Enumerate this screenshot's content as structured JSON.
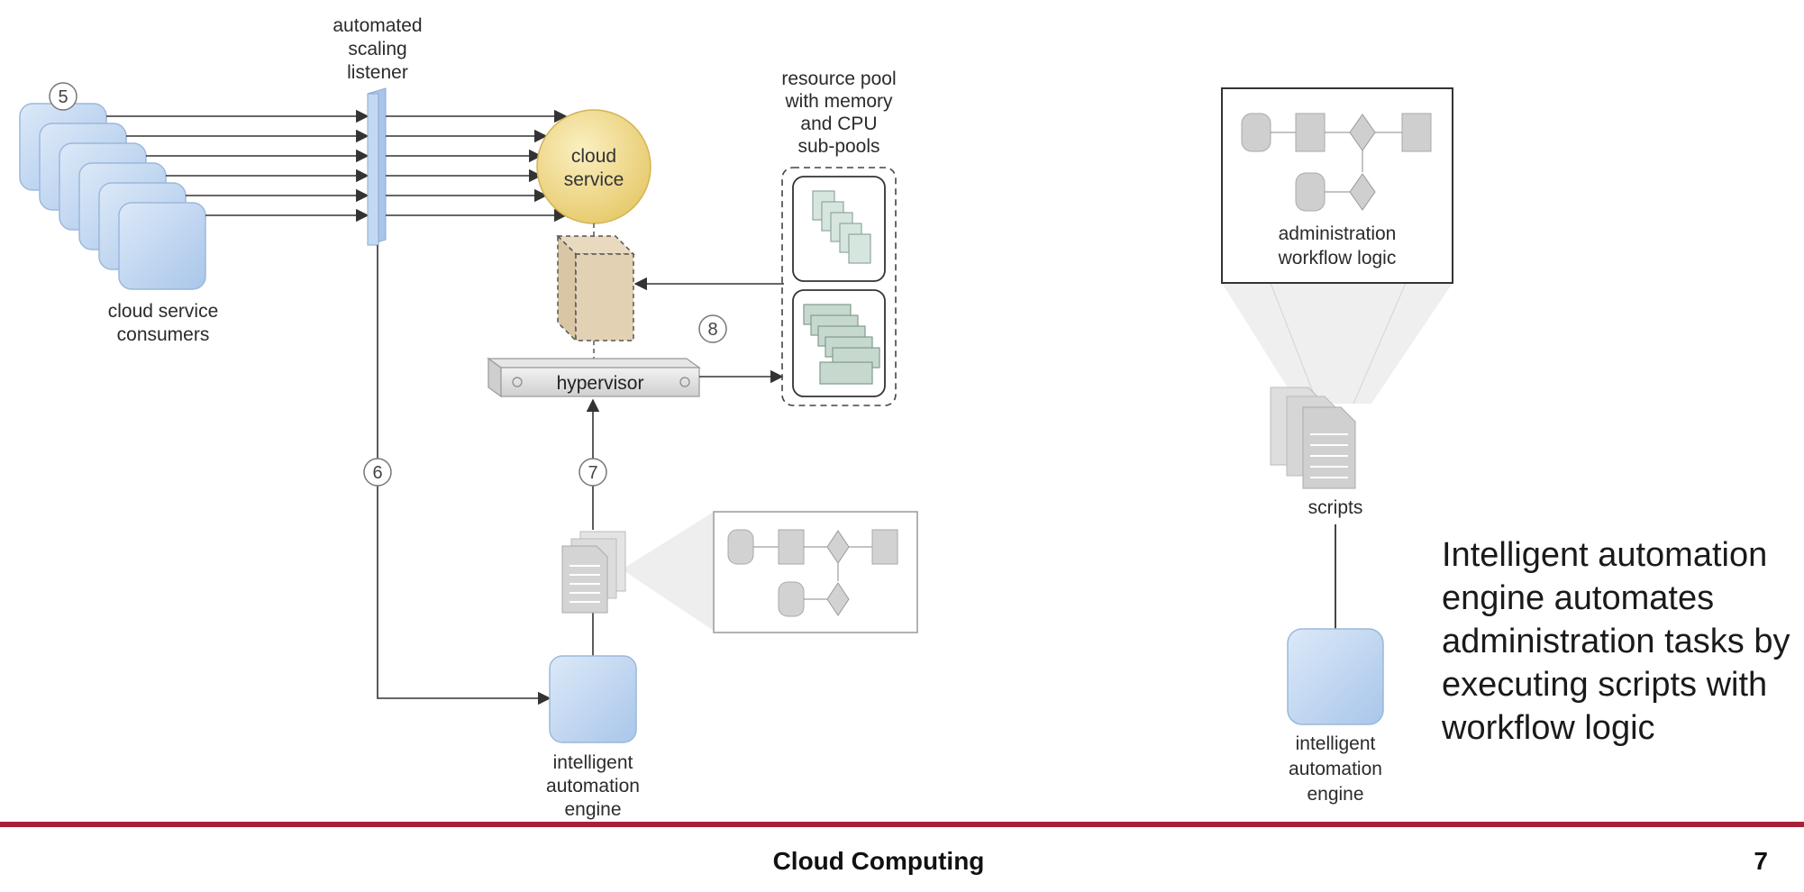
{
  "left_diagram": {
    "listener_label": [
      "automated",
      "scaling",
      "listener"
    ],
    "consumers_label": [
      "cloud service",
      "consumers"
    ],
    "service_label": [
      "cloud",
      "service"
    ],
    "pool_label": [
      "resource pool",
      "with memory",
      "and CPU",
      "sub-pools"
    ],
    "hypervisor_label": "hypervisor",
    "engine_label": [
      "intelligent",
      "automation",
      "engine"
    ],
    "step_numbers": [
      "5",
      "6",
      "7",
      "8"
    ]
  },
  "right_diagram": {
    "workflow_label": [
      "administration",
      "workflow logic"
    ],
    "scripts_label": "scripts",
    "engine_label": [
      "intelligent",
      "automation",
      "engine"
    ]
  },
  "caption": "Intelligent automation engine automates administration tasks by executing scripts with workflow logic",
  "footer": {
    "title": "Cloud Computing",
    "page_number": "7"
  },
  "colors": {
    "accent_bar": "#a8203a",
    "consumer_blue": "#c3d9f2",
    "service_gold": "#f2dc8c"
  }
}
